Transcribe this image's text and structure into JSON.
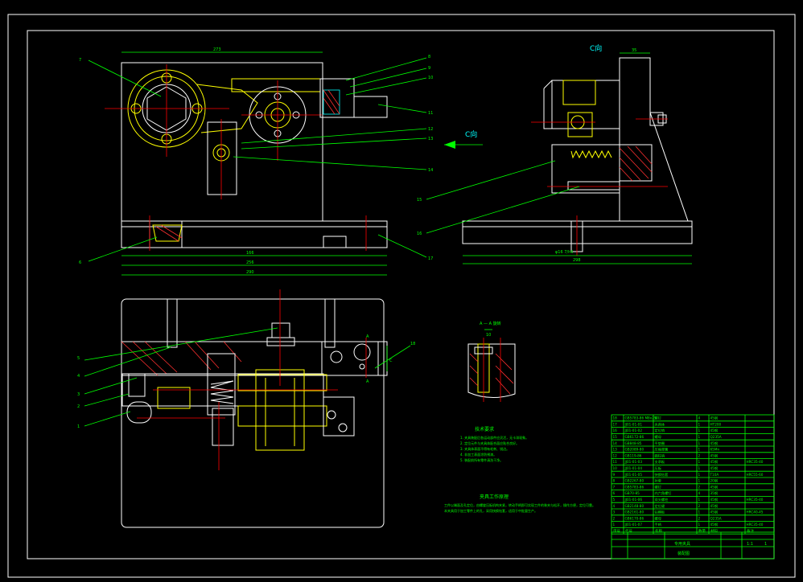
{
  "drawing": {
    "view_c_title": "C向",
    "view_c_arrow_label": "C向",
    "section_title": "A — A   旋转",
    "section_marker": "A",
    "tech_req_title": "技术要求",
    "tech_req_lines": [
      "1. 夹具装配后各运动部件应灵活，无卡滞现象。",
      "2. 定位元件与夹具体配合面应贴合良好。",
      "3. 夹具体表面不得有毛刺、锐边。",
      "4. 非加工表面涂防锈漆。",
      "5. 装配前所有零件清洗干净。"
    ],
    "work_desc_title": "夹具工作原理",
    "work_desc_lines": [
      "工件以端面及孔定位，由螺旋压板机构夹紧，转动手柄即可实现工件的装夹与松开，操作方便，定位可靠。",
      "本夹具用于加工零件上的孔，采用快换钻套，适用于中批量生产。"
    ],
    "dims": {
      "top_width": "273",
      "right_top": "35",
      "bottom_w1": "166",
      "bottom_w2": "256",
      "bottom_w3": "290",
      "right_base_w": "298",
      "right_base_small": "φ16 7/h6",
      "c_label": "C",
      "sec_dim": "10"
    },
    "callouts_top": [
      "7",
      "8",
      "9",
      "10",
      "11",
      "12",
      "13",
      "14",
      "15",
      "16",
      "17"
    ],
    "callouts_left_top": [
      "7",
      "6"
    ],
    "callouts_bottom": [
      "5",
      "4",
      "3",
      "2",
      "1",
      "18"
    ],
    "title_block": {
      "name": "专用夹具",
      "sub": "装配图",
      "scale": "1:1",
      "sheet": "1",
      "label_seq": "序号",
      "label_code": "代号",
      "label_name": "名称",
      "label_qty": "数量",
      "label_mat": "材料",
      "label_note": "备注"
    },
    "bom_rows": [
      [
        "18",
        "GB5783-86 M8x25",
        "螺钉",
        "4",
        "45钢",
        ""
      ],
      [
        "17",
        "JJ01-01-01",
        "夹具体",
        "1",
        "HT200",
        ""
      ],
      [
        "16",
        "JJ01-01-02",
        "定位销",
        "1",
        "45钢",
        ""
      ],
      [
        "15",
        "GB6172-86",
        "螺母",
        "1",
        "Q235A",
        ""
      ],
      [
        "14",
        "GB848-85",
        "平垫圈",
        "1",
        "45钢",
        ""
      ],
      [
        "13",
        "GB2089-80",
        "压缩弹簧",
        "1",
        "65Mn",
        ""
      ],
      [
        "12",
        "GB119-86",
        "圆柱销",
        "2",
        "45钢",
        ""
      ],
      [
        "11",
        "JJ01-01-03",
        "支承板",
        "1",
        "45钢",
        "HRC35-40"
      ],
      [
        "10",
        "JJ01-01-04",
        "压板",
        "1",
        "45钢",
        ""
      ],
      [
        "9",
        "JJ01-01-05",
        "快换钻套",
        "1",
        "T10A",
        "HRC55-60"
      ],
      [
        "8",
        "GB2267-80",
        "衬套",
        "1",
        "20钢",
        ""
      ],
      [
        "7",
        "GB5783-86",
        "螺钉",
        "2",
        "45钢",
        ""
      ],
      [
        "6",
        "GB70-85",
        "内六角螺钉",
        "4",
        "35钢",
        ""
      ],
      [
        "5",
        "JJ01-01-06",
        "双头螺柱",
        "1",
        "45钢",
        "HRC35-40"
      ],
      [
        "4",
        "GB2148-80",
        "定位键",
        "2",
        "45钢",
        ""
      ],
      [
        "3",
        "GB2161-80",
        "钻模板",
        "1",
        "45钢",
        "HRC40-45"
      ],
      [
        "2",
        "GB6170-86",
        "螺母",
        "2",
        "Q235A",
        ""
      ],
      [
        "1",
        "JJ01-01-07",
        "手柄",
        "1",
        "45钢",
        "HRC35-40"
      ]
    ]
  }
}
